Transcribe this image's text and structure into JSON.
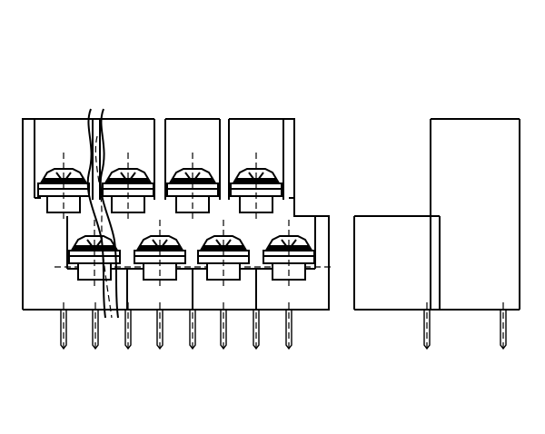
{
  "drawing": {
    "kind": "two-tier terminal block, front and side views",
    "upper_tier_positions": 4,
    "lower_tier_positions": 4,
    "front_view_pins": 8,
    "side_view_pins": 2,
    "colors": {
      "line": "#000000",
      "background": "#ffffff"
    }
  }
}
